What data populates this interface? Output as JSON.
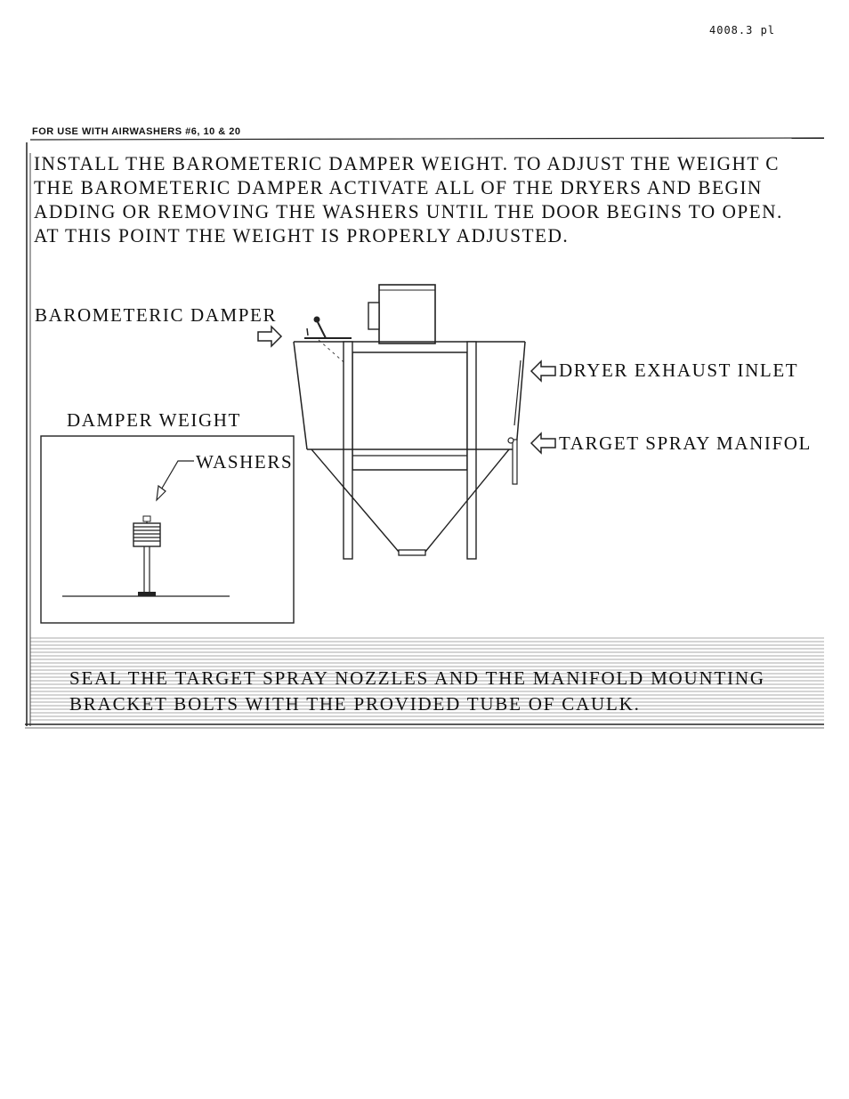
{
  "header": {
    "page_id": "4008.3 pl",
    "use_note": "FOR USE WITH AIRWASHERS #6, 10 & 20"
  },
  "instructions": [
    "INSTALL THE BAROMETERIC DAMPER WEIGHT. TO ADJUST THE WEIGHT C",
    "THE BAROMETERIC DAMPER ACTIVATE ALL OF THE DRYERS AND BEGIN",
    "ADDING OR REMOVING THE WASHERS UNTIL THE DOOR BEGINS TO OPEN.",
    "AT THIS POINT THE WEIGHT IS PROPERLY ADJUSTED."
  ],
  "diagram": {
    "barometeric_damper": "BAROMETERIC DAMPER",
    "dryer_exhaust_inlet": "DRYER EXHAUST INLET",
    "target_spray_manifold": "TARGET SPRAY MANIFOL",
    "damper_weight": "DAMPER WEIGHT",
    "washers": "WASHERS"
  },
  "seal_note": [
    "SEAL THE TARGET SPRAY NOZZLES AND THE MANIFOLD MOUNTING",
    "BRACKET BOLTS WITH THE PROVIDED TUBE OF CAULK."
  ]
}
